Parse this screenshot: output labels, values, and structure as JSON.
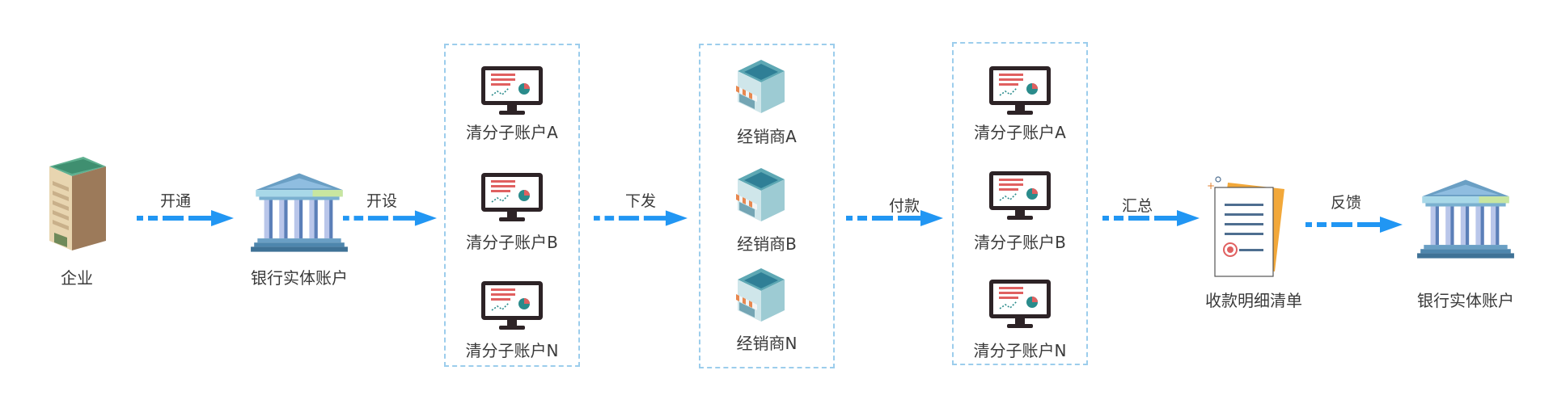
{
  "colors": {
    "arrow": "#2196f3",
    "group_border": "#9ccdec",
    "monitor_frame": "#2d2326",
    "accent_red": "#e06060",
    "accent_teal": "#2a8b8b",
    "bank_blue": "#6a9fc4"
  },
  "nodes": {
    "enterprise": {
      "label": "企业",
      "icon": "office-building-icon"
    },
    "bank_left": {
      "label": "银行实体账户",
      "icon": "bank-icon"
    },
    "clearing_group_1": {
      "items": [
        {
          "label": "清分子账户A",
          "icon": "monitor-chart-icon"
        },
        {
          "label": "清分子账户B",
          "icon": "monitor-chart-icon"
        },
        {
          "label": "清分子账户N",
          "icon": "monitor-chart-icon"
        }
      ]
    },
    "dealer_group": {
      "items": [
        {
          "label": "经销商A",
          "icon": "shop-icon"
        },
        {
          "label": "经销商B",
          "icon": "shop-icon"
        },
        {
          "label": "经销商N",
          "icon": "shop-icon"
        }
      ]
    },
    "clearing_group_2": {
      "items": [
        {
          "label": "清分子账户A",
          "icon": "monitor-chart-icon"
        },
        {
          "label": "清分子账户B",
          "icon": "monitor-chart-icon"
        },
        {
          "label": "清分子账户N",
          "icon": "monitor-chart-icon"
        }
      ]
    },
    "statement": {
      "label": "收款明细清单",
      "icon": "document-icon"
    },
    "bank_right": {
      "label": "银行实体账户",
      "icon": "bank-icon"
    }
  },
  "edges": [
    {
      "label": "开通"
    },
    {
      "label": "开设"
    },
    {
      "label": "下发"
    },
    {
      "label": "付款"
    },
    {
      "label": "汇总"
    },
    {
      "label": "反馈"
    }
  ]
}
